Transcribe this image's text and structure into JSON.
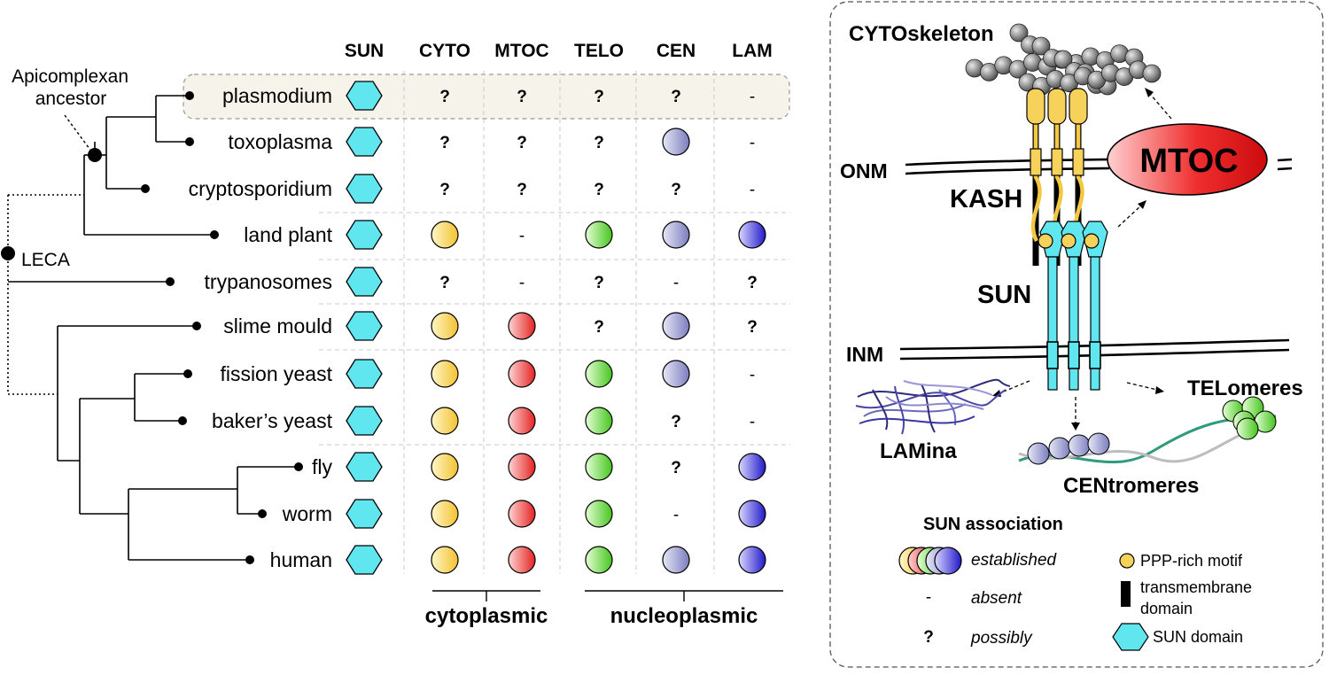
{
  "colors": {
    "cyto": "#f2c230",
    "mtoc": "#e83434",
    "telo": "#59cc2c",
    "cen": "#8f91c9",
    "lam": "#3530cf",
    "sun": "#5fe6ee",
    "highlight": "#f6f4ea"
  },
  "tree": {
    "apicomplexan_label": [
      "Apicomplexan",
      "ancestor"
    ],
    "leca_label": "LECA"
  },
  "headers": [
    "SUN",
    "CYTO",
    "MTOC",
    "TELO",
    "CEN",
    "LAM"
  ],
  "columns": [
    "cyto",
    "mtoc",
    "telo",
    "cen",
    "lam"
  ],
  "organisms": [
    {
      "name": "plasmodium",
      "cells": [
        "?",
        "?",
        "?",
        "?",
        "-"
      ]
    },
    {
      "name": "toxoplasma",
      "cells": [
        "?",
        "?",
        "?",
        "o",
        "-"
      ]
    },
    {
      "name": "cryptosporidium",
      "cells": [
        "?",
        "?",
        "?",
        "?",
        "-"
      ]
    },
    {
      "name": "land plant",
      "cells": [
        "o",
        "-",
        "o",
        "o",
        "o"
      ]
    },
    {
      "name": "trypanosomes",
      "cells": [
        "?",
        "-",
        "?",
        "-",
        "?"
      ]
    },
    {
      "name": "slime mould",
      "cells": [
        "o",
        "o",
        "?",
        "o",
        "?"
      ]
    },
    {
      "name": "fission yeast",
      "cells": [
        "o",
        "o",
        "o",
        "o",
        "-"
      ]
    },
    {
      "name": "baker’s yeast",
      "cells": [
        "o",
        "o",
        "o",
        "?",
        "-"
      ]
    },
    {
      "name": "fly",
      "cells": [
        "o",
        "o",
        "o",
        "?",
        "o"
      ]
    },
    {
      "name": "worm",
      "cells": [
        "o",
        "o",
        "o",
        "-",
        "o"
      ]
    },
    {
      "name": "human",
      "cells": [
        "o",
        "o",
        "o",
        "o",
        "o"
      ]
    }
  ],
  "groups": {
    "cytoplasmic": "cytoplasmic",
    "nucleoplasmic": "nucleoplasmic"
  },
  "diagram": {
    "cytoskeleton": "CYTOskeleton",
    "onm": "ONM",
    "inm": "INM",
    "kash": "KASH",
    "sun": "SUN",
    "mtoc": "MTOC",
    "telomeres": "TELomeres",
    "lamina": "LAMina",
    "centromeres": "CENtromeres"
  },
  "legend": {
    "title": "SUN association",
    "established": "established",
    "absent_symbol": "-",
    "absent": "absent",
    "possibly_symbol": "?",
    "possibly": "possibly",
    "ppp": "PPP-rich motif",
    "tm_line1": "transmembrane",
    "tm_line2": "domain",
    "sun_domain": "SUN domain"
  }
}
